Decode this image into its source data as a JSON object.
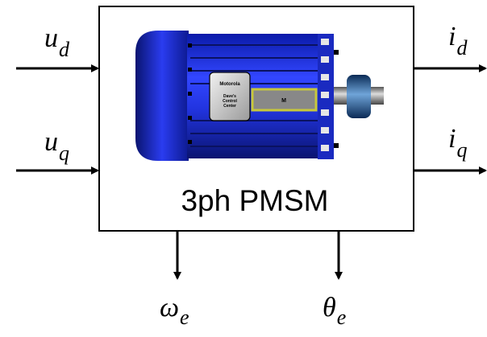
{
  "block": {
    "caption": "3ph PMSM"
  },
  "inputs": [
    {
      "symbol": "u",
      "subscript": "d"
    },
    {
      "symbol": "u",
      "subscript": "q"
    }
  ],
  "outputs_right": [
    {
      "symbol": "i",
      "subscript": "d"
    },
    {
      "symbol": "i",
      "subscript": "q"
    }
  ],
  "outputs_bottom": [
    {
      "symbol": "ω",
      "subscript": "e"
    },
    {
      "symbol": "θ",
      "subscript": "e"
    }
  ],
  "motor": {
    "label_brand": "Motorola",
    "label_line1": "Dave's",
    "label_line2": "Control",
    "label_line3": "Center",
    "nameplate": "M"
  },
  "colors": {
    "motor_body": "#1f2fd6",
    "motor_dark": "#0a1470",
    "nameplate_border": "#c8c83a"
  }
}
